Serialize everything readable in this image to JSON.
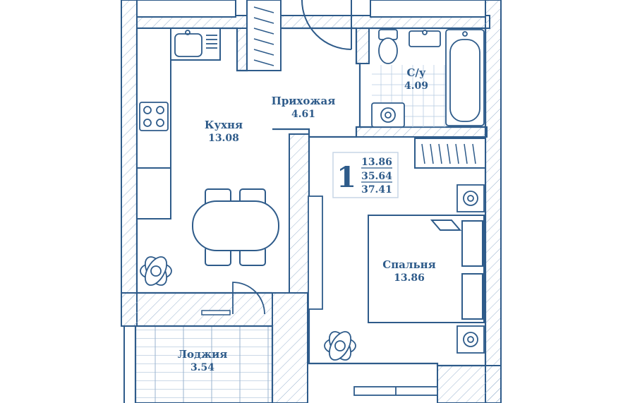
{
  "colors": {
    "line": "#2e5b8a",
    "hatch": "#9ab3cf",
    "fill": "#ffffff",
    "deck": "#d9e4ef"
  },
  "rooms": [
    {
      "name": "Кухня",
      "area": "13.08"
    },
    {
      "name": "Прихожая",
      "area": "4.61"
    },
    {
      "name": "С/у",
      "area": "4.09"
    },
    {
      "name": "Спальня",
      "area": "13.86"
    },
    {
      "name": "Лоджия",
      "area": "3.54"
    }
  ],
  "summary": {
    "rooms_count": "1",
    "living_area": "13.86",
    "total_area": "35.64",
    "area_with_loggia": "37.41"
  },
  "icons": [
    "stove-icon",
    "sink-icon",
    "toilet-icon",
    "bathtub-icon",
    "washing-machine-icon",
    "plant-icon",
    "dining-table-icon",
    "bed-icon",
    "wardrobe-icon",
    "door-icon"
  ]
}
